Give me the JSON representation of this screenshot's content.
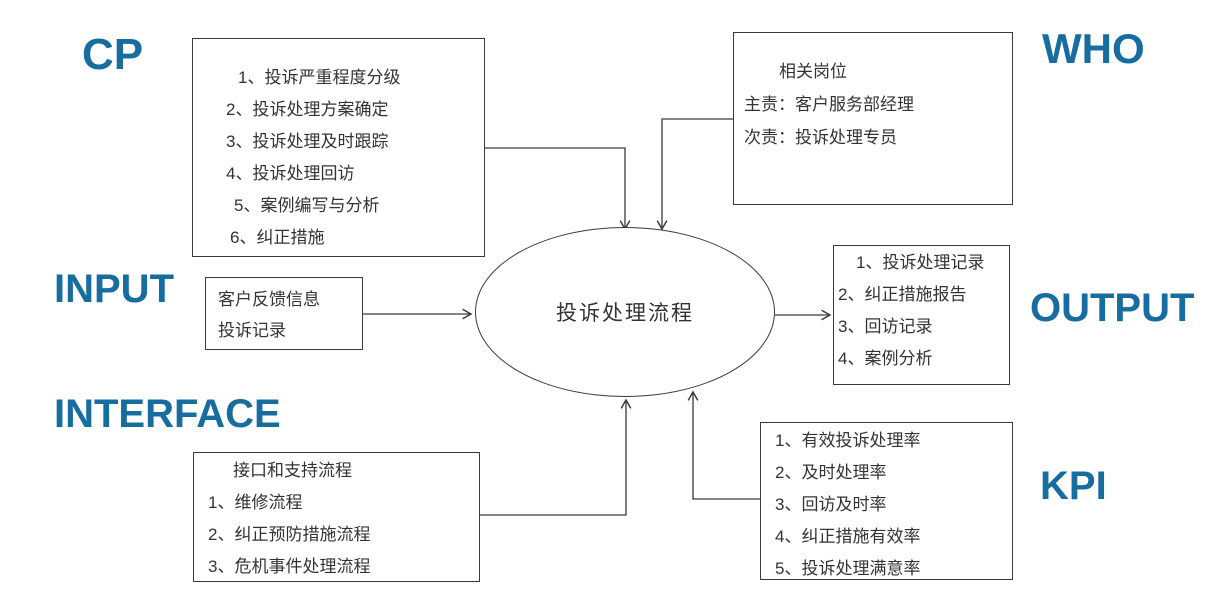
{
  "accent_color": "#176CA0",
  "line_color": "#3a3a3a",
  "labels": {
    "cp": "CP",
    "who": "WHO",
    "input": "INPUT",
    "output": "OUTPUT",
    "interface": "INTERFACE",
    "kpi": "KPI"
  },
  "center_process": "投诉处理流程",
  "cp_box": {
    "items": [
      "1、投诉严重程度分级",
      "2、投诉处理方案确定",
      "3、投诉处理及时跟踪",
      "4、投诉处理回访",
      "5、案例编写与分析",
      "6、纠正措施"
    ]
  },
  "who_box": {
    "title": "相关岗位",
    "lines": [
      "主责：客户服务部经理",
      "次责：投诉处理专员"
    ]
  },
  "input_box": {
    "lines": [
      "客户反馈信息",
      "投诉记录"
    ]
  },
  "interface_box": {
    "title": "接口和支持流程",
    "items": [
      "1、维修流程",
      "2、纠正预防措施流程",
      "3、危机事件处理流程"
    ]
  },
  "output_box": {
    "items": [
      "1、投诉处理记录",
      "2、纠正措施报告",
      "3、回访记录",
      "4、案例分析"
    ]
  },
  "kpi_box": {
    "items": [
      "1、有效投诉处理率",
      "2、及时处理率",
      "3、回访及时率",
      "4、纠正措施有效率",
      "5、投诉处理满意率"
    ]
  }
}
